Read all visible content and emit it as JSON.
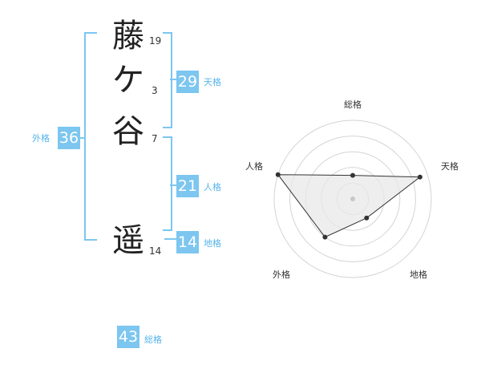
{
  "name": {
    "chars": [
      {
        "char": "藤",
        "strokes": "19"
      },
      {
        "char": "ケ",
        "strokes": "3"
      },
      {
        "char": "谷",
        "strokes": "7"
      },
      {
        "char": "遥",
        "strokes": "14"
      }
    ]
  },
  "fortune": {
    "tenkaku": {
      "value": "29",
      "label": "天格"
    },
    "jinkaku": {
      "value": "21",
      "label": "人格"
    },
    "chikaku": {
      "value": "14",
      "label": "地格"
    },
    "gaikaku": {
      "value": "36",
      "label": "外格"
    },
    "soukaku": {
      "value": "43",
      "label": "総格"
    }
  },
  "radar": {
    "labels": {
      "soukaku": "総格",
      "tenkaku": "天格",
      "chikaku": "地格",
      "gaikaku": "外格",
      "jinkaku": "人格"
    }
  },
  "chart_data": {
    "type": "radar",
    "axes": [
      "総格",
      "天格",
      "地格",
      "外格",
      "人格"
    ],
    "values": [
      1.5,
      4.5,
      1.5,
      3,
      5
    ],
    "rmax": 5
  },
  "colors": {
    "accent": "#7cc6f0",
    "label": "#56b4ea"
  }
}
